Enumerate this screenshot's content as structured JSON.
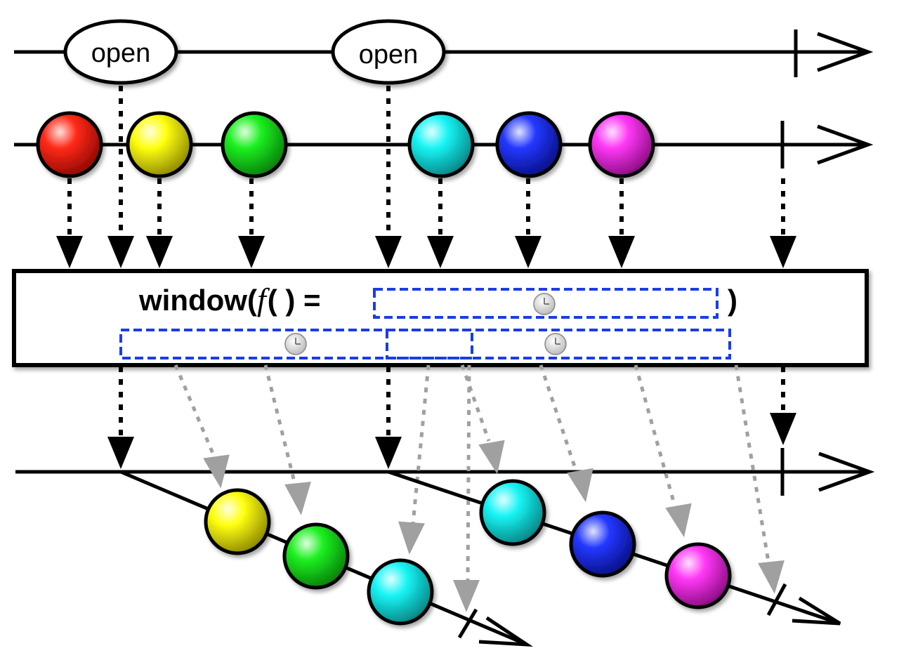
{
  "operator": {
    "name": "window(",
    "func": "f",
    "func_parens": "( ) =",
    "close_paren": ")"
  },
  "opening_stream": {
    "markers": [
      {
        "label": "open"
      },
      {
        "label": "open"
      }
    ]
  },
  "source_stream": {
    "marbles": [
      {
        "color": "red",
        "hex": "#e8140a"
      },
      {
        "color": "yellow",
        "hex": "#f2ef0c"
      },
      {
        "color": "green",
        "hex": "#12e01a"
      },
      {
        "color": "cyan",
        "hex": "#12e6e6"
      },
      {
        "color": "blue",
        "hex": "#1a2ce6"
      },
      {
        "color": "magenta",
        "hex": "#e62ee0"
      }
    ]
  },
  "windows": [
    {
      "marbles": [
        {
          "color": "yellow",
          "hex": "#f2ef0c"
        },
        {
          "color": "green",
          "hex": "#12e01a"
        },
        {
          "color": "cyan",
          "hex": "#12e6e6"
        }
      ]
    },
    {
      "marbles": [
        {
          "color": "cyan",
          "hex": "#12e6e6"
        },
        {
          "color": "blue",
          "hex": "#1a2ce6"
        },
        {
          "color": "magenta",
          "hex": "#e62ee0"
        }
      ]
    }
  ],
  "colors": {
    "timer_box": "#1a3de8",
    "gray_arrow": "#a0a0a0",
    "line": "#000000"
  },
  "icons": [
    "clock-icon"
  ]
}
